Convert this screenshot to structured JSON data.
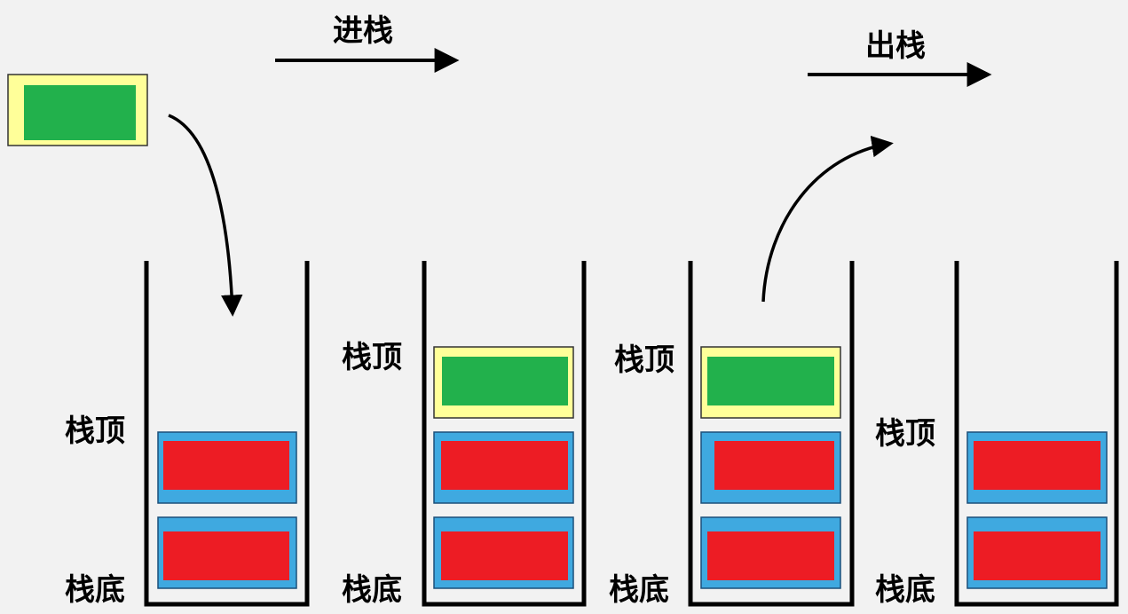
{
  "labels": {
    "push": "进栈",
    "pop": "出栈",
    "top": "栈顶",
    "bottom": "栈底"
  },
  "colors": {
    "background": "#f2f2f2",
    "stack_wall": "#000000",
    "new_item_outer": "#ffff99",
    "new_item_inner": "#22b14c",
    "existing_item_outer": "#3fa9e0",
    "existing_item_inner": "#ed1c24",
    "arrow": "#000000"
  },
  "stacks": [
    {
      "items": [
        "existing",
        "existing"
      ]
    },
    {
      "items": [
        "existing",
        "existing",
        "new"
      ]
    },
    {
      "items": [
        "existing",
        "existing",
        "new"
      ]
    },
    {
      "items": [
        "existing",
        "existing"
      ]
    }
  ]
}
